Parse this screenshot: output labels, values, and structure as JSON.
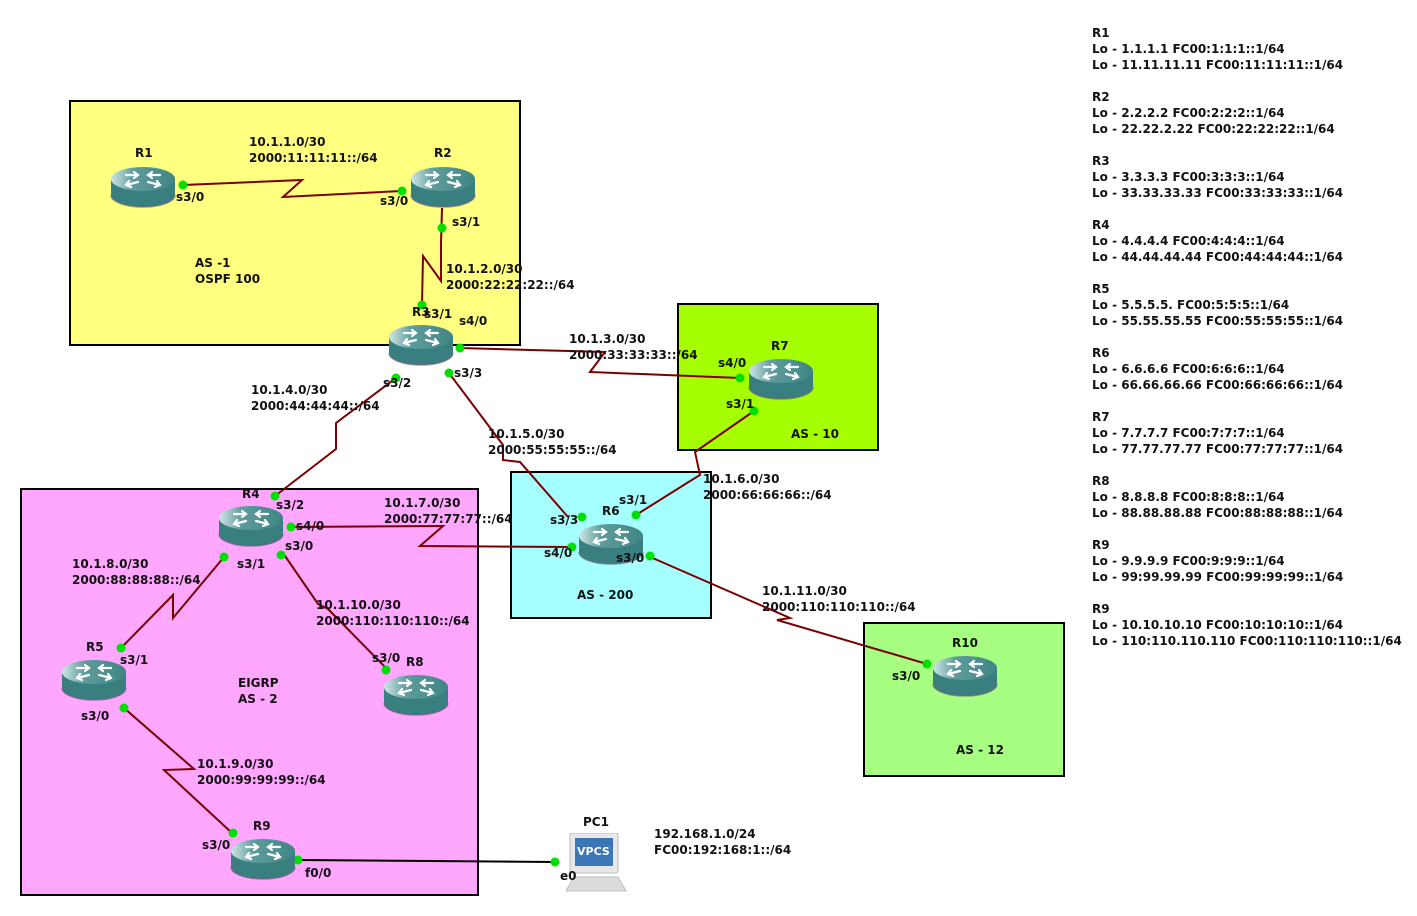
{
  "zones": [
    {
      "id": "as1",
      "labels": [
        "AS -1",
        "OSPF 100"
      ],
      "color": "#ffff80"
    },
    {
      "id": "as10",
      "labels": [
        "AS - 10"
      ],
      "color": "#a6ff00"
    },
    {
      "id": "as200",
      "labels": [
        "AS - 200"
      ],
      "color": "#a6ffff"
    },
    {
      "id": "as2",
      "labels": [
        "EIGRP",
        "AS - 2"
      ],
      "color": "#ffa6ff"
    },
    {
      "id": "as12",
      "labels": [
        "AS - 12"
      ],
      "color": "#a6ff80"
    }
  ],
  "devices": {
    "R1": "R1",
    "R2": "R2",
    "R3": "R3",
    "R4": "R4",
    "R5": "R5",
    "R6": "R6",
    "R7": "R7",
    "R8": "R8",
    "R9": "R9",
    "R10": "R10",
    "PC1": "PC1",
    "pc_screen_text": "VPCS"
  },
  "links": [
    {
      "id": "r1-r2",
      "net": "10.1.1.0/30",
      "v6": "2000:11:11:11::/64",
      "a_if": "s3/0",
      "b_if": "s3/0"
    },
    {
      "id": "r2-r3",
      "net": "10.1.2.0/30",
      "v6": "2000:22:22:22::/64",
      "a_if": "s3/1",
      "b_if": "s3/1"
    },
    {
      "id": "r3-r7",
      "net": "10.1.3.0/30",
      "v6": "2000:33:33:33::/64",
      "a_if": "s4/0",
      "b_if": "s4/0"
    },
    {
      "id": "r3-r4",
      "net": "10.1.4.0/30",
      "v6": "2000:44:44:44::/64",
      "a_if": "s3/2",
      "b_if": "s3/2"
    },
    {
      "id": "r3-r6",
      "net": "10.1.5.0/30",
      "v6": "2000:55:55:55::/64",
      "a_if": "s3/3",
      "b_if": "s3/3"
    },
    {
      "id": "r7-r6",
      "net": "10.1.6.0/30",
      "v6": "2000:66:66:66::/64",
      "a_if": "s3/1",
      "b_if": "s3/1"
    },
    {
      "id": "r4-r6",
      "net": "10.1.7.0/30",
      "v6": "2000:77:77:77::/64",
      "a_if": "s4/0",
      "b_if": "s4/0"
    },
    {
      "id": "r4-r5",
      "net": "10.1.8.0/30",
      "v6": "2000:88:88:88::/64",
      "a_if": "s3/1",
      "b_if": "s3/1"
    },
    {
      "id": "r5-r9",
      "net": "10.1.9.0/30",
      "v6": "2000:99:99:99::/64",
      "a_if": "s3/0",
      "b_if": "s3/0"
    },
    {
      "id": "r4-r8",
      "net": "10.1.10.0/30",
      "v6": "2000:110:110:110::/64",
      "a_if": "s3/0",
      "b_if": "s3/0"
    },
    {
      "id": "r6-r10",
      "net": "10.1.11.0/30",
      "v6": "2000:110:110:110::/64",
      "a_if": "s3/0",
      "b_if": "s3/0"
    },
    {
      "id": "r9-pc1",
      "net": "192.168.1.0/24",
      "v6": "FC00:192:168:1::/64",
      "a_if": "f0/0",
      "b_if": "e0"
    }
  ],
  "legend": [
    {
      "title": "R1",
      "lines": [
        "Lo - 1.1.1.1 FC00:1:1:1::1/64",
        "Lo - 11.11.11.11 FC00:11:11:11::1/64"
      ]
    },
    {
      "title": "R2",
      "lines": [
        "Lo - 2.2.2.2 FC00:2:2:2::1/64",
        "Lo - 22.22.2.22 FC00:22:22:22::1/64"
      ]
    },
    {
      "title": "R3",
      "lines": [
        "Lo - 3.3.3.3 FC00:3:3:3::1/64",
        "Lo - 33.33.33.33 FC00:33:33:33::1/64"
      ]
    },
    {
      "title": "R4",
      "lines": [
        "Lo - 4.4.4.4 FC00:4:4:4::1/64",
        "Lo - 44.44.44.44 FC00:44:44:44::1/64"
      ]
    },
    {
      "title": "R5",
      "lines": [
        "Lo - 5.5.5.5. FC00:5:5:5::1/64",
        "Lo - 55.55.55.55 FC00:55:55:55::1/64"
      ]
    },
    {
      "title": "R6",
      "lines": [
        "Lo - 6.6.6.6 FC00:6:6:6::1/64",
        "Lo - 66.66.66.66 FC00:66:66:66::1/64"
      ]
    },
    {
      "title": "R7",
      "lines": [
        "Lo - 7.7.7.7 FC00:7:7:7::1/64",
        "Lo - 77.77.77.77 FC00:77:77:77::1/64"
      ]
    },
    {
      "title": "R8",
      "lines": [
        "Lo - 8.8.8.8 FC00:8:8:8::1/64",
        "Lo - 88.88.88.88 FC00:88:88:88::1/64"
      ]
    },
    {
      "title": "R9",
      "lines": [
        "Lo - 9.9.9.9 FC00:9:9:9::1/64",
        "Lo - 99:99.99.99 FC00:99:99:99::1/64"
      ]
    },
    {
      "title": "R9",
      "lines": [
        "Lo - 10.10.10.10 FC00:10:10:10::1/64",
        "Lo - 110:110.110.110 FC00:110:110:110::1/64"
      ]
    }
  ],
  "colors": {
    "serial_link": "#7a0000",
    "ethernet_link": "#000000",
    "port_up": "#00e000"
  }
}
